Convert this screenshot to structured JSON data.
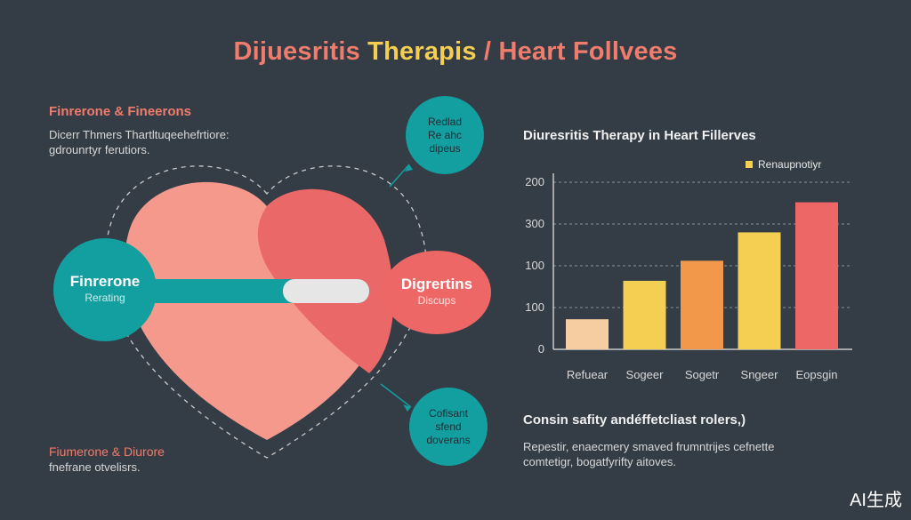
{
  "title": {
    "part1": "Dijuesritis",
    "part2": "Therapis",
    "sep": " / ",
    "part3": "Heart Follvees"
  },
  "left": {
    "heading": "Finrerone & Fineerons",
    "subtitle_line1": "Dicerr Thmers Thartltuqeehefrtiore:",
    "subtitle_line2": "gdrounrtyr ferutiors."
  },
  "bubbles": {
    "top": [
      "Redlad",
      "Re ahc",
      "dipeus"
    ],
    "left": {
      "title": "Finrerone",
      "sub": "Rerating"
    },
    "right": {
      "title": "Digrertins",
      "sub": "Discups"
    },
    "bottom": [
      "Cofisant",
      "sfend",
      "doverans"
    ]
  },
  "bottom_left": {
    "heading": "Fiumerone & Diurore",
    "sub": "fnefrane otvelisrs."
  },
  "chart_data": {
    "type": "bar",
    "title": "Diuresritis Therapy in Heart Fillerves",
    "legend": "Renaupnotiyr",
    "categories": [
      "Refuear",
      "Sogeer",
      "Sogetr",
      "Sngeer",
      "Eopsgin"
    ],
    "y_tick_labels": [
      "200",
      "300",
      "100",
      "100",
      "0"
    ],
    "values": [
      0.18,
      0.41,
      0.53,
      0.7,
      0.88
    ],
    "colors": [
      "#f6cda0",
      "#f4cf52",
      "#f2984a",
      "#f4cf52",
      "#ec6766"
    ],
    "grid": true,
    "legend_position": "top-right"
  },
  "bottom_right": {
    "heading": "Consin safity andéffetcliast rolers,)",
    "sub_line1": "Repestir, enaecmery smaved frumntrijes cefnette",
    "sub_line2": "comtetigr, bogatfyrifty aitoves."
  },
  "watermark": "AI生成"
}
